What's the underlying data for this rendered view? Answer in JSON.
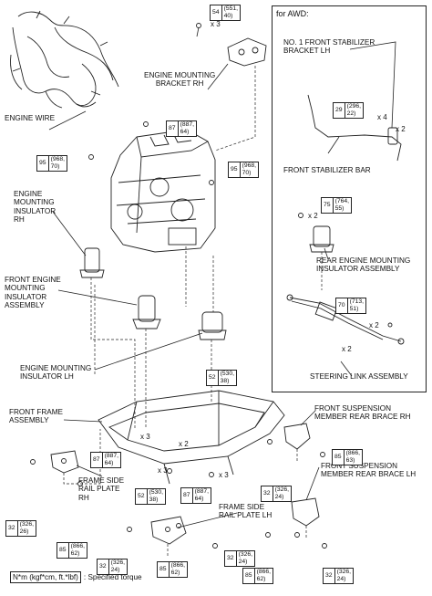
{
  "awd_title": "for AWD:",
  "labels": {
    "engine_wire": "ENGINE WIRE",
    "engine_mounting_bracket_rh": "ENGINE MOUNTING\nBRACKET RH",
    "engine_mounting_insulator_rh": "ENGINE\nMOUNTING\nINSULATOR\nRH",
    "front_engine_mounting_insulator": "FRONT ENGINE\nMOUNTING\nINSULATOR\nASSEMBLY",
    "engine_mounting_insulator_lh": "ENGINE MOUNTING\nINSULATOR LH",
    "front_frame_assembly": "FRONT FRAME\nASSEMBLY",
    "frame_side_rail_plate_rh": "FRAME SIDE\nRAIL PLATE\nRH",
    "frame_side_rail_plate_lh": "FRAME SIDE\nRAIL PLATE LH",
    "front_suspension_member_brace_rh": "FRONT SUSPENSION\nMEMBER REAR BRACE RH",
    "front_suspension_member_brace_lh": "FRONT SUSPENSION\nMEMBER REAR BRACE LH",
    "no1_front_stabilizer_bracket_lh": "NO. 1 FRONT STABILIZER\nBRACKET LH",
    "front_stabilizer_bar": "FRONT STABILIZER BAR",
    "rear_engine_mounting_insulator": "REAR ENGINE MOUNTING\nINSULATOR ASSEMBLY",
    "steering_link_assembly": "STEERING LINK ASSEMBLY"
  },
  "torques": [
    {
      "id": "t54",
      "num": "54",
      "rest": "(551,\n40)"
    },
    {
      "id": "t87a",
      "num": "87",
      "rest": "(887,\n64)"
    },
    {
      "id": "t95a",
      "num": "95",
      "rest": "(968,\n70)"
    },
    {
      "id": "t95b",
      "num": "95",
      "rest": "(968,\n70)"
    },
    {
      "id": "t29",
      "num": "29",
      "rest": "(296,\n22)"
    },
    {
      "id": "t75",
      "num": "75",
      "rest": "(764,\n55)"
    },
    {
      "id": "t70",
      "num": "70",
      "rest": "(713,\n51)"
    },
    {
      "id": "t52a",
      "num": "52",
      "rest": "(530,\n38)"
    },
    {
      "id": "t87b",
      "num": "87",
      "rest": "(887,\n64)"
    },
    {
      "id": "t52b",
      "num": "52",
      "rest": "(530,\n38)"
    },
    {
      "id": "t87c",
      "num": "87",
      "rest": "(887,\n64)"
    },
    {
      "id": "t85a",
      "num": "85",
      "rest": "(866,\n63)"
    },
    {
      "id": "t32a",
      "num": "32",
      "rest": "(326,\n24)"
    },
    {
      "id": "t32b",
      "num": "32",
      "rest": "(326,\n26)"
    },
    {
      "id": "t85b",
      "num": "85",
      "rest": "(866,\n62)"
    },
    {
      "id": "t32c",
      "num": "32",
      "rest": "(326,\n24)"
    },
    {
      "id": "t85c",
      "num": "85",
      "rest": "(866,\n62)"
    },
    {
      "id": "t32d",
      "num": "32",
      "rest": "(326,\n24)"
    },
    {
      "id": "t85d",
      "num": "85",
      "rest": "(866,\n62)"
    },
    {
      "id": "t32e",
      "num": "32",
      "rest": "(326,\n24)"
    }
  ],
  "multipliers": {
    "m1": "x 3",
    "m2": "x 4",
    "m3": "x 2",
    "m4": "x 2",
    "m5": "x 2",
    "m6": "x 2",
    "m7": "x 3",
    "m8": "x 2",
    "m9": "x 3",
    "m10": "x 3"
  },
  "legend": {
    "unit": "N*m (kgf*cm, ft.*lbf)",
    "text": ": Specified torque"
  }
}
